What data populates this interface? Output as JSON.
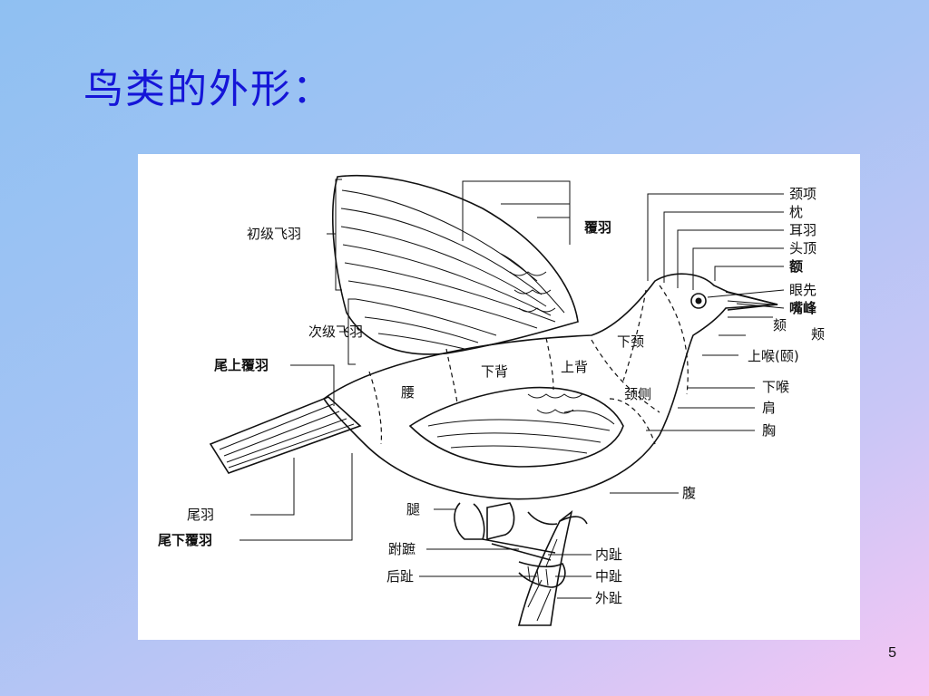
{
  "slide": {
    "title": "鸟类的外形：",
    "number": "5"
  },
  "diagram": {
    "labels": {
      "primaries": "初级飞羽",
      "secondaries": "次级飞羽",
      "upper_tail_coverts": "尾上覆羽",
      "tail_feathers": "尾羽",
      "under_tail_coverts": "尾下覆羽",
      "coverts": "覆羽",
      "nape": "颈项",
      "occiput": "枕",
      "ear_coverts": "耳羽",
      "crown": "头顶",
      "forehead": "额",
      "lores": "眼先",
      "culmen": "嘴峰",
      "chin": "颏",
      "cheek": "颊",
      "upper_throat": "上喉(颐)",
      "lower_throat": "下喉",
      "shoulder": "肩",
      "breast": "胸",
      "belly": "腹",
      "rump": "腰",
      "lower_back": "下背",
      "upper_back": "上背",
      "lower_neck": "下颈",
      "side_neck": "颈侧",
      "thigh": "腿",
      "tarsus": "跗蹠",
      "hind_toe": "后趾",
      "inner_toe": "内趾",
      "middle_toe": "中趾",
      "outer_toe": "外趾"
    }
  }
}
